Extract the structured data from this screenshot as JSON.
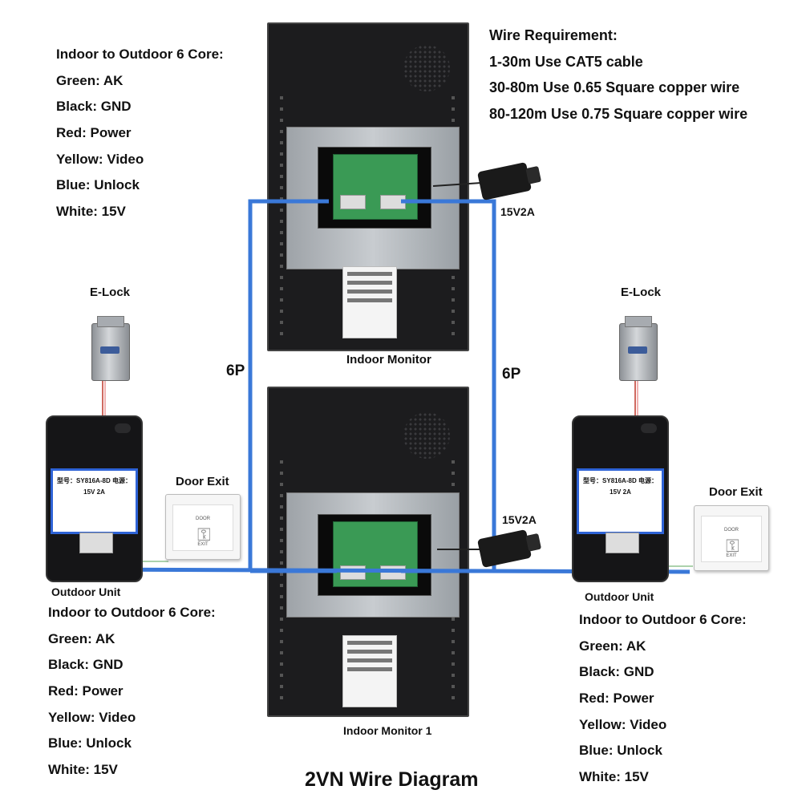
{
  "wire_requirement": {
    "title": "Wire Requirement:",
    "lines": [
      "1-30m  Use CAT5 cable",
      "30-80m Use 0.65 Square copper wire",
      "80-120m Use 0.75 Square copper wire"
    ]
  },
  "core_legend": {
    "title": "Indoor to Outdoor 6 Core:",
    "items": [
      "Green: AK",
      "Black: GND",
      "Red: Power",
      "Yellow: Video",
      "Blue: Unlock",
      "White: 15V"
    ]
  },
  "labels": {
    "elock_left": "E-Lock",
    "elock_right": "E-Lock",
    "door_exit_left": "Door Exit",
    "door_exit_right": "Door Exit",
    "outdoor_left": "Outdoor Unit",
    "outdoor_right": "Outdoor Unit",
    "indoor_monitor": "Indoor Monitor",
    "indoor_monitor_1": "Indoor Monitor 1",
    "power_top": "15V2A",
    "power_bottom": "15V2A",
    "cable_left": "6P",
    "cable_right": "6P"
  },
  "outdoor_sticker": "型号：SY816A-8D 电源：15V 2A",
  "door_exit_button": {
    "top": "DOOR",
    "bottom": "EXIT"
  },
  "diagram_title": "2VN Wire Diagram",
  "colors": {
    "cable": "#3a78d8",
    "sticker_border": "#2e63d6",
    "monitor": "#1c1c1e"
  }
}
